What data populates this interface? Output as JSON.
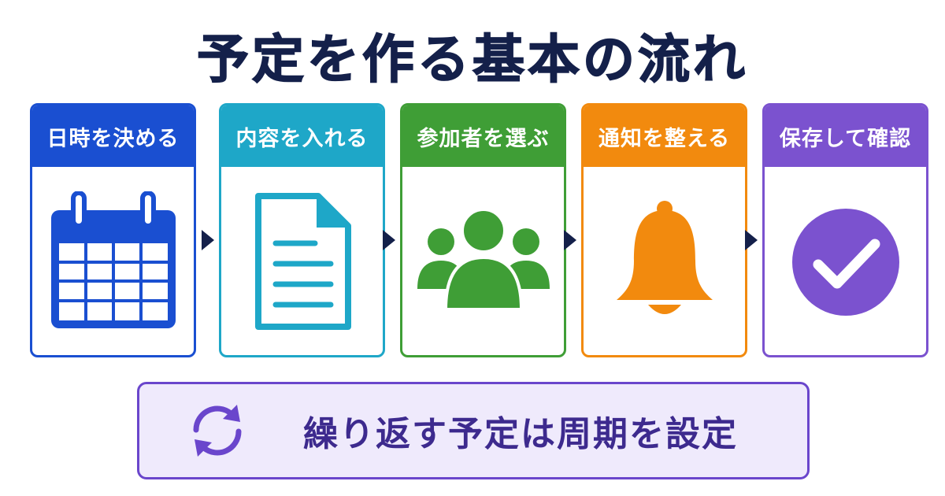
{
  "title": "予定を作る基本の流れ",
  "steps": [
    {
      "label": "日時を決める",
      "icon": "calendar-icon",
      "color": "#1a4fd1"
    },
    {
      "label": "内容を入れる",
      "icon": "document-icon",
      "color": "#1ea7c8"
    },
    {
      "label": "参加者を選ぶ",
      "icon": "people-icon",
      "color": "#3f9e36"
    },
    {
      "label": "通知を整える",
      "icon": "bell-icon",
      "color": "#f28a0e"
    },
    {
      "label": "保存して確認",
      "icon": "checkmark-icon",
      "color": "#7b52cf"
    }
  ],
  "arrow_color": "#14204a",
  "banner": {
    "text": "繰り返す予定は周期を設定",
    "icon": "repeat-icon",
    "accent": "#6a46cc"
  }
}
